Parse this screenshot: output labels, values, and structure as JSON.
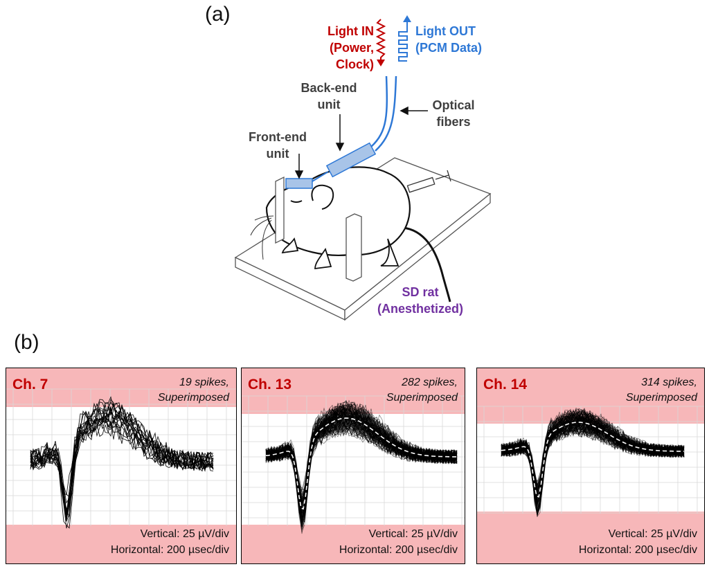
{
  "panel_a": {
    "label": "(a)",
    "light_in": "Light IN",
    "light_in_sub": "(Power, Clock)",
    "light_out": "Light OUT",
    "light_out_sub": "(PCM Data)",
    "back_end": [
      "Back-end",
      "unit"
    ],
    "optical": [
      "Optical",
      "fibers"
    ],
    "front_end": [
      "Front-end",
      "unit"
    ],
    "rat": [
      "SD rat",
      "(Anesthetized)"
    ],
    "colors": {
      "light_in": "#c00000",
      "light_out": "#2e78d6",
      "rat": "#7030a0",
      "unit_fill": "#a8c4e8",
      "unit_stroke": "#2e78d6"
    }
  },
  "panel_b": {
    "label": "(b)",
    "panels": [
      {
        "channel": "Ch. 7",
        "spikes": "19 spikes,",
        "superimposed": "Superimposed",
        "vertical": "Vertical: 25 µV/div",
        "horizontal": "Horizontal: 200 µsec/div",
        "spike_count": 19
      },
      {
        "channel": "Ch. 13",
        "spikes": "282 spikes,",
        "superimposed": "Superimposed",
        "vertical": "Vertical: 25 µV/div",
        "horizontal": "Horizontal: 200 µsec/div",
        "spike_count": 282
      },
      {
        "channel": "Ch. 14",
        "spikes": "314 spikes,",
        "superimposed": "Superimposed",
        "vertical": "Vertical: 25 µV/div",
        "horizontal": "Horizontal: 200 µsec/div",
        "spike_count": 314
      }
    ],
    "colors": {
      "band": "#f7b7b9",
      "title": "#c00000",
      "trace": "#000000",
      "mean": "#ffffff"
    }
  }
}
